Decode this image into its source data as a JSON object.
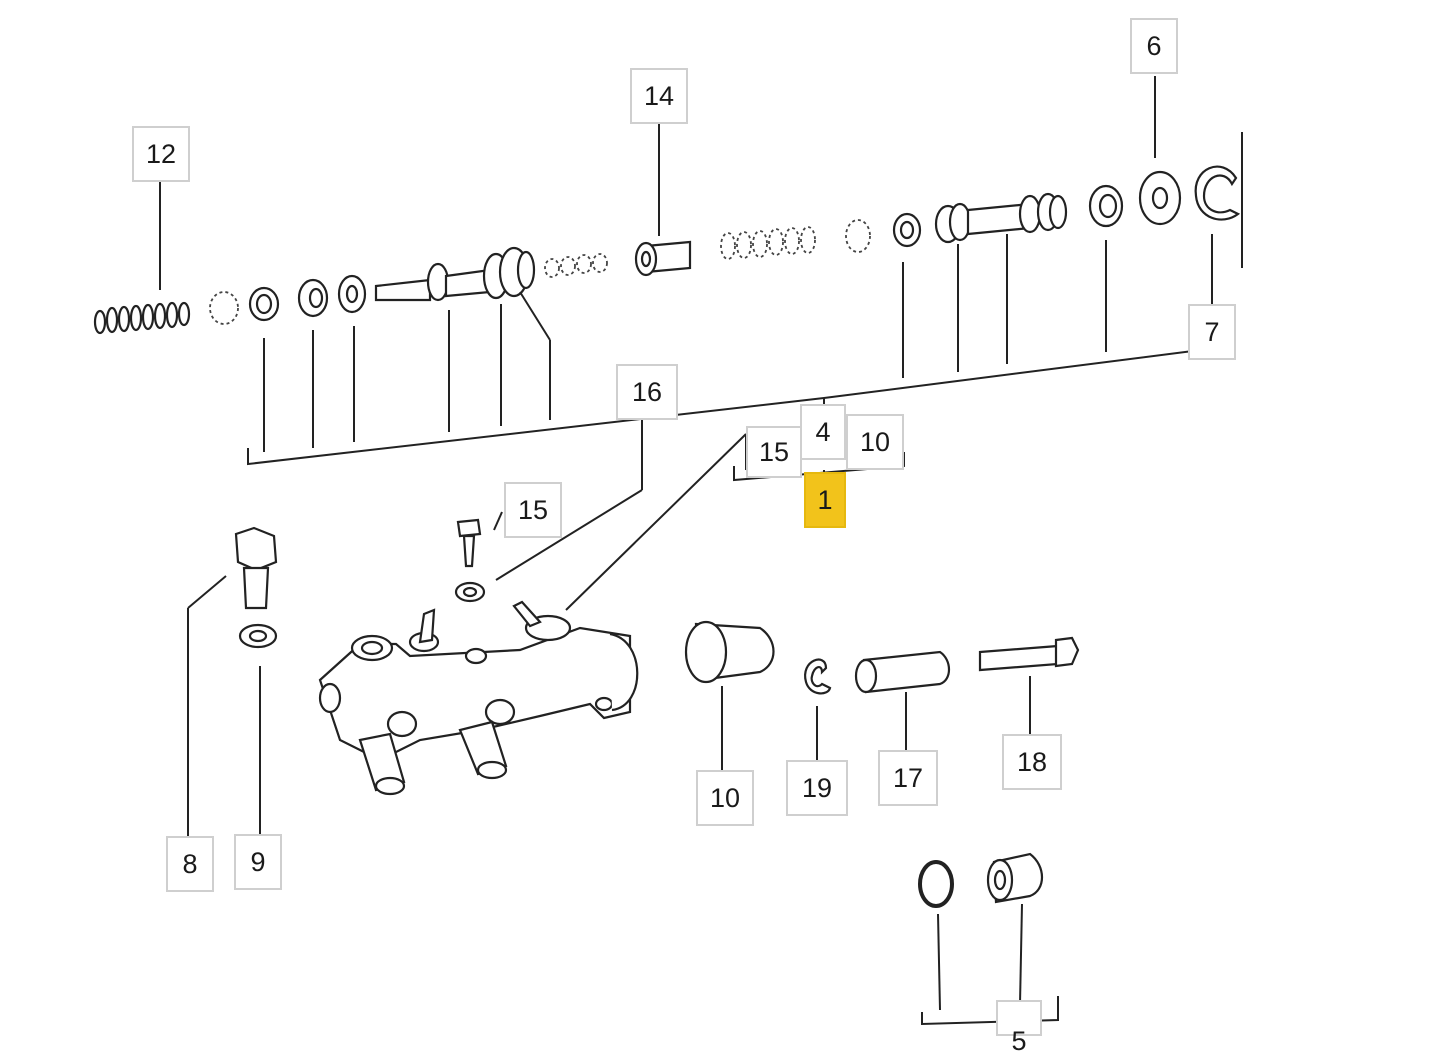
{
  "highlight_color": "#f2c31b",
  "callouts": {
    "c12": "12",
    "c14": "14",
    "c6": "6",
    "c7": "7",
    "c16": "16",
    "c4": "4",
    "c15a": "15",
    "c10a": "10",
    "c1": "1",
    "c15b": "15",
    "c10b": "10",
    "c19": "19",
    "c17": "17",
    "c18": "18",
    "c8": "8",
    "c9": "9",
    "c5": "5"
  }
}
